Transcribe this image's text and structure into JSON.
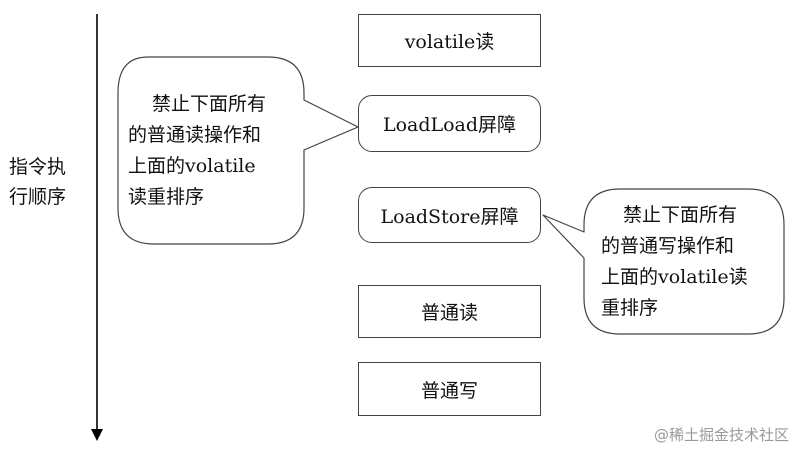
{
  "axis": {
    "label_line1": "指令执",
    "label_line2": "行顺序"
  },
  "boxes": {
    "volatile_read": "volatile读",
    "loadload_barrier": "LoadLoad屏障",
    "loadstore_barrier": "LoadStore屏障",
    "normal_read": "普通读",
    "normal_write": "普通写"
  },
  "left_bubble": {
    "lines": [
      "禁止下面所有",
      "的普通读操作和",
      "上面的volatile",
      "读重排序"
    ]
  },
  "right_bubble": {
    "lines": [
      "禁止下面所有",
      "的普通写操作和",
      "上面的volatile读",
      "重排序"
    ]
  },
  "watermark": "@稀土掘金技术社区"
}
